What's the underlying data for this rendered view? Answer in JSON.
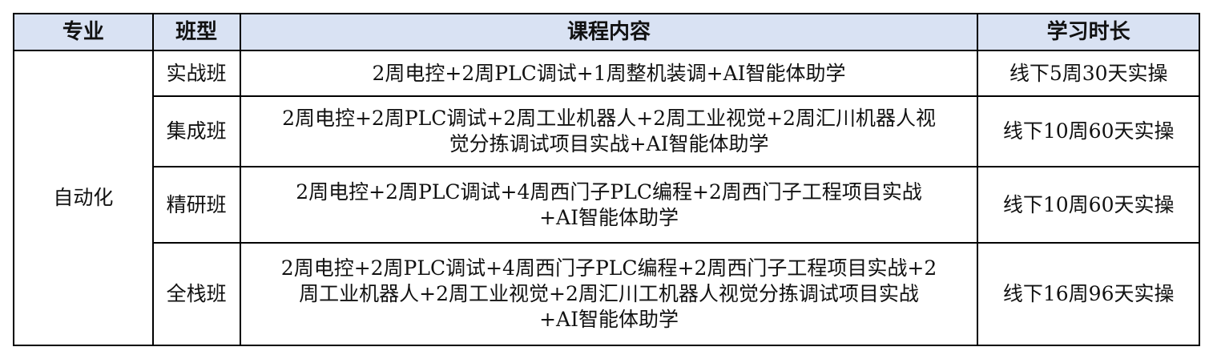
{
  "headers": [
    "专业",
    "班型",
    "课程内容",
    "学习时长"
  ],
  "major": "自动化",
  "rows": [
    {
      "class_type": "实战班",
      "content": "2周电控+2周PLC调试+1周整机装调+AI智能体助学",
      "duration": "线下5周30天实操"
    },
    {
      "class_type": "集成班",
      "content": "2周电控+2周PLC调试+2周工业机器人+2周工业视觉+2周汇川机器人视觉分拣调试项目实战+AI智能体助学",
      "duration": "线下10周60天实操"
    },
    {
      "class_type": "精研班",
      "content": "2周电控+2周PLC调试+4周西门子PLC编程+2周西门子工程项目实战+AI智能体助学",
      "duration": "线下10周60天实操"
    },
    {
      "class_type": "全栈班",
      "content": "2周电控+2周PLC调试+4周西门子PLC编程+2周西门子工程项目实战+2周工业机器人+2周工业视觉+2周汇川工机器人视觉分拣调试项目实战+AI智能体助学",
      "duration": "线下16周96天实操"
    }
  ]
}
